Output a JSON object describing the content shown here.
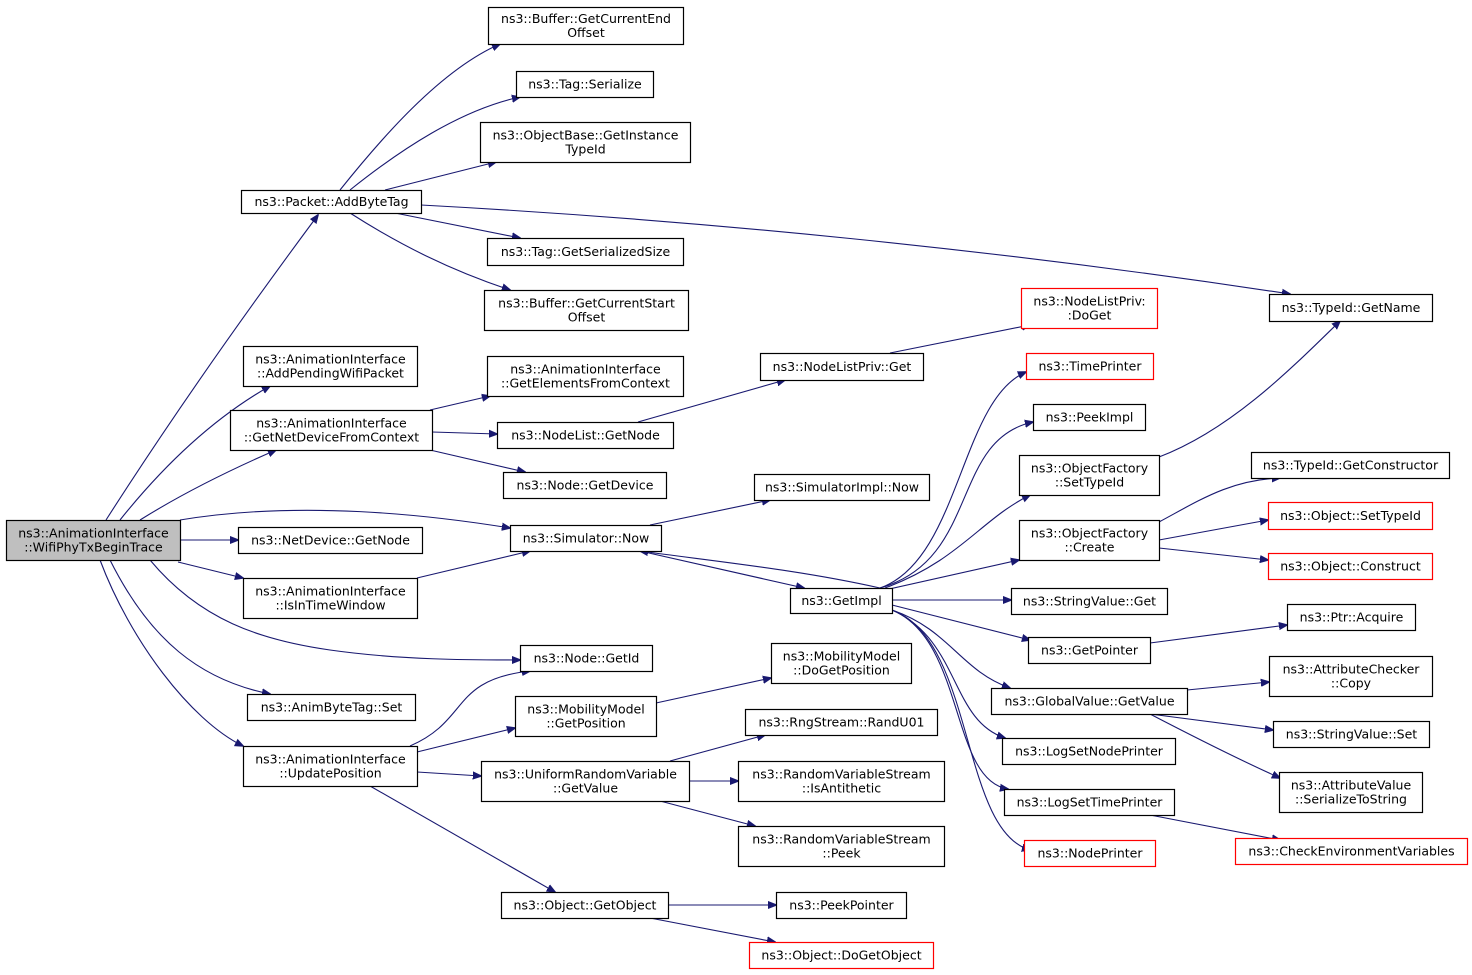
{
  "colors": {
    "edge": "#191970",
    "node_border": "#000000",
    "node_border_truncated": "#ff0000",
    "root_fill": "#bfbfbf",
    "node_fill": "#ffffff"
  },
  "nodes": [
    {
      "id": "root",
      "lines": [
        "ns3::AnimationInterface",
        "::WifiPhyTxBeginTrace"
      ],
      "style": "root"
    },
    {
      "id": "addbytetag",
      "lines": [
        "ns3::Packet::AddByteTag"
      ],
      "style": "normal"
    },
    {
      "id": "buffer_end",
      "lines": [
        "ns3::Buffer::GetCurrentEnd",
        "Offset"
      ],
      "style": "normal"
    },
    {
      "id": "tag_serialize",
      "lines": [
        "ns3::Tag::Serialize"
      ],
      "style": "normal"
    },
    {
      "id": "objbase_instid",
      "lines": [
        "ns3::ObjectBase::GetInstance",
        "TypeId"
      ],
      "style": "normal"
    },
    {
      "id": "tag_sersize",
      "lines": [
        "ns3::Tag::GetSerializedSize"
      ],
      "style": "normal"
    },
    {
      "id": "buffer_start",
      "lines": [
        "ns3::Buffer::GetCurrentStart",
        "Offset"
      ],
      "style": "normal"
    },
    {
      "id": "typeid_getname",
      "lines": [
        "ns3::TypeId::GetName"
      ],
      "style": "normal"
    },
    {
      "id": "addpending",
      "lines": [
        "ns3::AnimationInterface",
        "::AddPendingWifiPacket"
      ],
      "style": "normal"
    },
    {
      "id": "getnetdevctx",
      "lines": [
        "ns3::AnimationInterface",
        "::GetNetDeviceFromContext"
      ],
      "style": "normal"
    },
    {
      "id": "getelemsctx",
      "lines": [
        "ns3::AnimationInterface",
        "::GetElementsFromContext"
      ],
      "style": "normal"
    },
    {
      "id": "nodelist_getnode",
      "lines": [
        "ns3::NodeList::GetNode"
      ],
      "style": "normal"
    },
    {
      "id": "node_getdevice",
      "lines": [
        "ns3::Node::GetDevice"
      ],
      "style": "normal"
    },
    {
      "id": "nodelistpriv_get",
      "lines": [
        "ns3::NodeListPriv::Get"
      ],
      "style": "normal"
    },
    {
      "id": "nodelistpriv_doget",
      "lines": [
        "ns3::NodeListPriv:",
        ":DoGet"
      ],
      "style": "truncated"
    },
    {
      "id": "timeprinter",
      "lines": [
        "ns3::TimePrinter"
      ],
      "style": "truncated"
    },
    {
      "id": "peekimpl",
      "lines": [
        "ns3::PeekImpl"
      ],
      "style": "normal"
    },
    {
      "id": "objfac_settypeid",
      "lines": [
        "ns3::ObjectFactory",
        "::SetTypeId"
      ],
      "style": "normal"
    },
    {
      "id": "objfac_create",
      "lines": [
        "ns3::ObjectFactory",
        "::Create"
      ],
      "style": "normal"
    },
    {
      "id": "typeid_getctor",
      "lines": [
        "ns3::TypeId::GetConstructor"
      ],
      "style": "normal"
    },
    {
      "id": "object_settypeid",
      "lines": [
        "ns3::Object::SetTypeId"
      ],
      "style": "truncated"
    },
    {
      "id": "object_construct",
      "lines": [
        "ns3::Object::Construct"
      ],
      "style": "truncated"
    },
    {
      "id": "simimpl_now",
      "lines": [
        "ns3::SimulatorImpl::Now"
      ],
      "style": "normal"
    },
    {
      "id": "netdev_getnode",
      "lines": [
        "ns3::NetDevice::GetNode"
      ],
      "style": "normal"
    },
    {
      "id": "sim_now",
      "lines": [
        "ns3::Simulator::Now"
      ],
      "style": "normal"
    },
    {
      "id": "isintimewindow",
      "lines": [
        "ns3::AnimationInterface",
        "::IsInTimeWindow"
      ],
      "style": "normal"
    },
    {
      "id": "getimpl",
      "lines": [
        "ns3::GetImpl"
      ],
      "style": "normal"
    },
    {
      "id": "stringvalue_get",
      "lines": [
        "ns3::StringValue::Get"
      ],
      "style": "normal"
    },
    {
      "id": "getpointer",
      "lines": [
        "ns3::GetPointer"
      ],
      "style": "normal"
    },
    {
      "id": "ptr_acquire",
      "lines": [
        "ns3::Ptr::Acquire"
      ],
      "style": "normal"
    },
    {
      "id": "node_getid",
      "lines": [
        "ns3::Node::GetId"
      ],
      "style": "normal"
    },
    {
      "id": "mob_dogetpos",
      "lines": [
        "ns3::MobilityModel",
        "::DoGetPosition"
      ],
      "style": "normal"
    },
    {
      "id": "globalvalue_getvalue",
      "lines": [
        "ns3::GlobalValue::GetValue"
      ],
      "style": "normal"
    },
    {
      "id": "attrchecker_copy",
      "lines": [
        "ns3::AttributeChecker",
        "::Copy"
      ],
      "style": "normal"
    },
    {
      "id": "animbytetag_set",
      "lines": [
        "ns3::AnimByteTag::Set"
      ],
      "style": "normal"
    },
    {
      "id": "mob_getpos",
      "lines": [
        "ns3::MobilityModel",
        "::GetPosition"
      ],
      "style": "normal"
    },
    {
      "id": "rngstream_randu01",
      "lines": [
        "ns3::RngStream::RandU01"
      ],
      "style": "normal"
    },
    {
      "id": "logsetnodeprinter",
      "lines": [
        "ns3::LogSetNodePrinter"
      ],
      "style": "normal"
    },
    {
      "id": "stringvalue_set",
      "lines": [
        "ns3::StringValue::Set"
      ],
      "style": "normal"
    },
    {
      "id": "updateposition",
      "lines": [
        "ns3::AnimationInterface",
        "::UpdatePosition"
      ],
      "style": "normal"
    },
    {
      "id": "uniform_getvalue",
      "lines": [
        "ns3::UniformRandomVariable",
        "::GetValue"
      ],
      "style": "normal"
    },
    {
      "id": "rvs_isantithetic",
      "lines": [
        "ns3::RandomVariableStream",
        "::IsAntithetic"
      ],
      "style": "normal"
    },
    {
      "id": "attrvalue_sertostring",
      "lines": [
        "ns3::AttributeValue",
        "::SerializeToString"
      ],
      "style": "normal"
    },
    {
      "id": "logsettimeprinter",
      "lines": [
        "ns3::LogSetTimePrinter"
      ],
      "style": "normal"
    },
    {
      "id": "rvs_peek",
      "lines": [
        "ns3::RandomVariableStream",
        "::Peek"
      ],
      "style": "normal"
    },
    {
      "id": "checkenvvars",
      "lines": [
        "ns3::CheckEnvironmentVariables"
      ],
      "style": "truncated"
    },
    {
      "id": "nodeprinter",
      "lines": [
        "ns3::NodePrinter"
      ],
      "style": "truncated"
    },
    {
      "id": "object_getobject",
      "lines": [
        "ns3::Object::GetObject"
      ],
      "style": "normal"
    },
    {
      "id": "peekpointer",
      "lines": [
        "ns3::PeekPointer"
      ],
      "style": "normal"
    },
    {
      "id": "object_dogetobject",
      "lines": [
        "ns3::Object::DoGetObject"
      ],
      "style": "truncated"
    }
  ]
}
